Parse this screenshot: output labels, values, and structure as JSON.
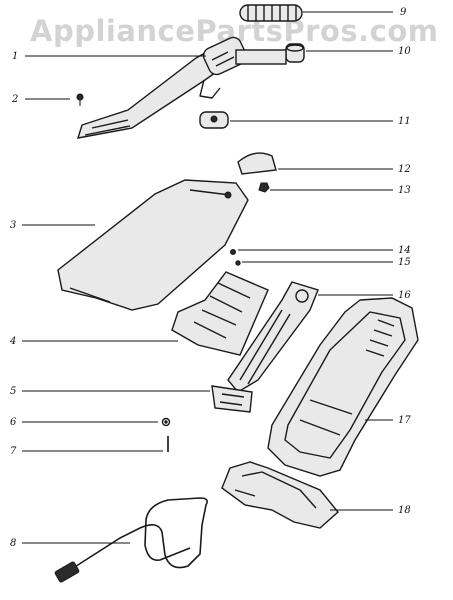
{
  "watermark": "AppliancePartsPros.com",
  "labels": [
    {
      "id": "1",
      "text": "1"
    },
    {
      "id": "2",
      "text": "2"
    },
    {
      "id": "3",
      "text": "3"
    },
    {
      "id": "4",
      "text": "4"
    },
    {
      "id": "5",
      "text": "5"
    },
    {
      "id": "6",
      "text": "6"
    },
    {
      "id": "7",
      "text": "7"
    },
    {
      "id": "8",
      "text": "8"
    },
    {
      "id": "9",
      "text": "9"
    },
    {
      "id": "10",
      "text": "10"
    },
    {
      "id": "11",
      "text": "11"
    },
    {
      "id": "12",
      "text": "12"
    },
    {
      "id": "13",
      "text": "13"
    },
    {
      "id": "14",
      "text": "14"
    },
    {
      "id": "15",
      "text": "15"
    },
    {
      "id": "16",
      "text": "16"
    },
    {
      "id": "17",
      "text": "17"
    },
    {
      "id": "18",
      "text": "18"
    }
  ]
}
